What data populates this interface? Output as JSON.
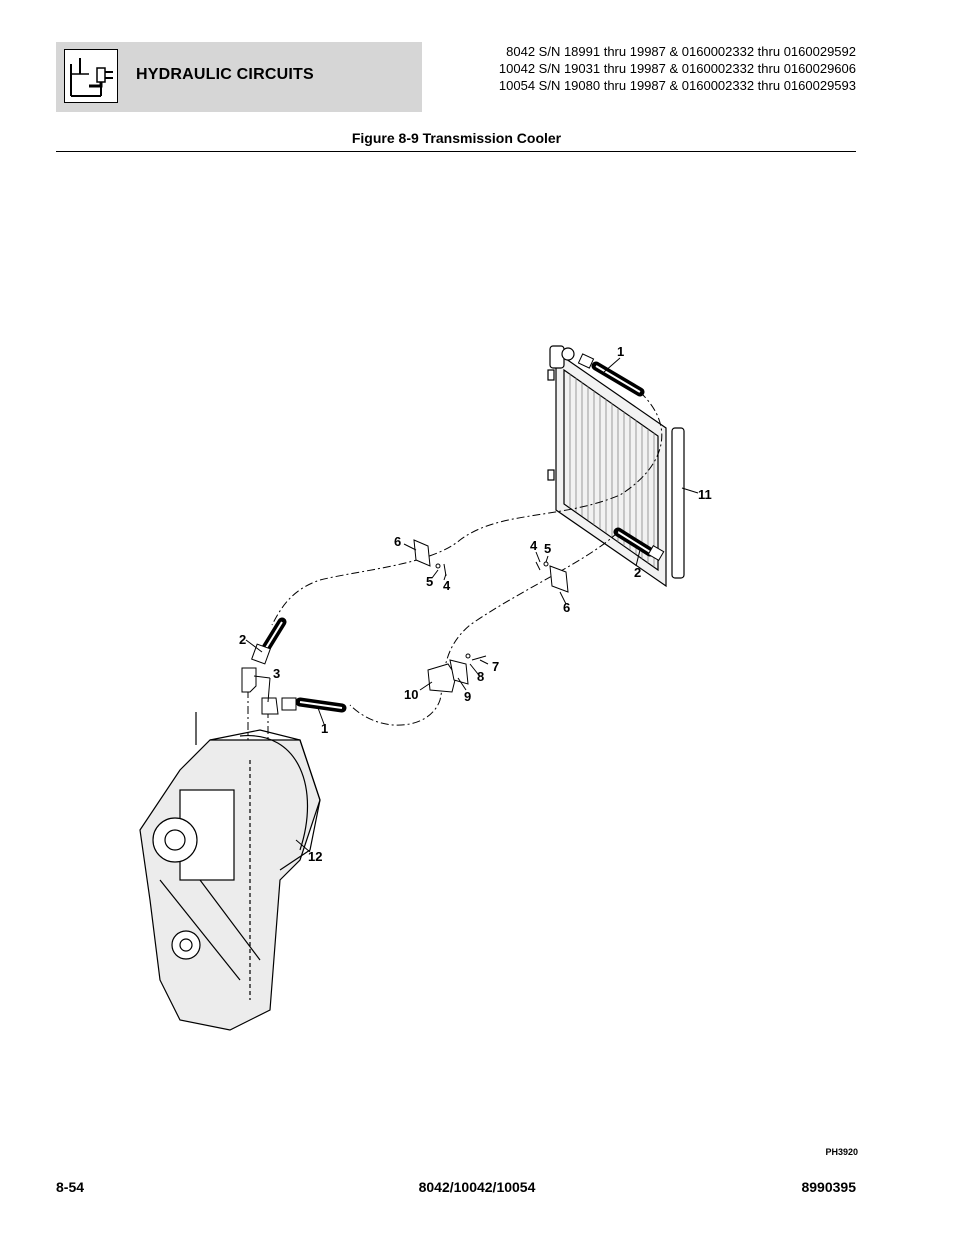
{
  "header": {
    "section_title": "HYDRAULIC CIRCUITS",
    "serial_lines": [
      "8042 S/N 18991 thru 19987 & 0160002332 thru 0160029592",
      "10042 S/N 19031 thru 19987 & 0160002332 thru 0160029606",
      "10054 S/N 19080 thru 19987 & 0160002332 thru 0160029593"
    ]
  },
  "figure": {
    "title": "Figure 8-9 Transmission Cooler",
    "callouts": {
      "c1_top": "1",
      "c11": "11",
      "c2_right": "2",
      "c6_left": "6",
      "c5_left": "5",
      "c4_left": "4",
      "c4_right": "4",
      "c5_right": "5",
      "c6_right": "6",
      "c2_left": "2",
      "c3": "3",
      "c7": "7",
      "c8": "8",
      "c10": "10",
      "c9": "9",
      "c1_bottom": "1",
      "c12": "12"
    },
    "photo_ref": "PH3920"
  },
  "footer": {
    "page_number": "8-54",
    "models": "8042/10042/10054",
    "doc_number": "8990395"
  }
}
